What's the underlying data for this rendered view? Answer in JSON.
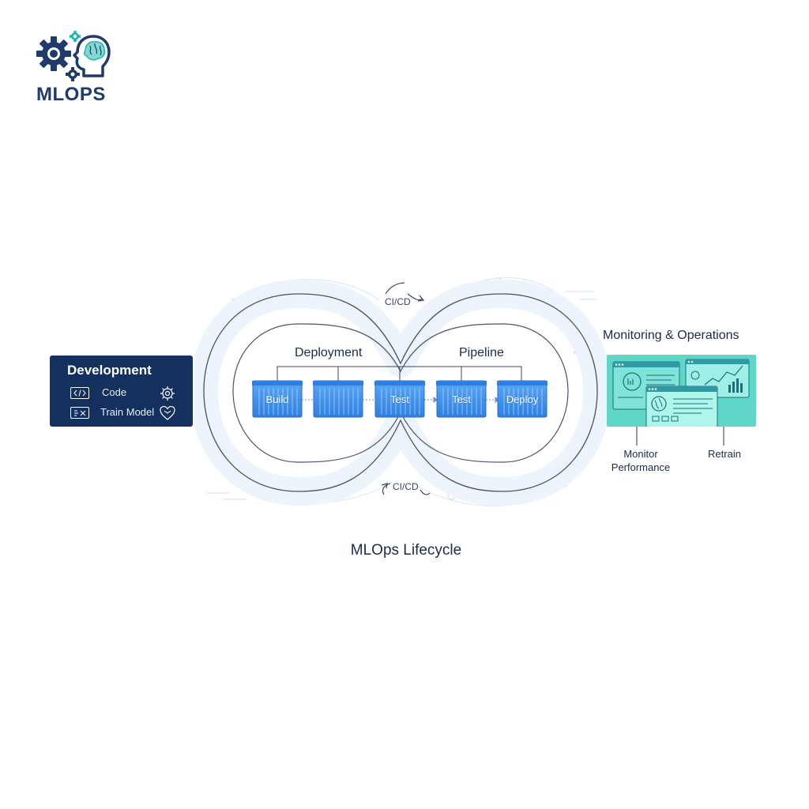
{
  "logo": {
    "text": "MLOPS",
    "icons": [
      "gear-icon",
      "brain-head-icon"
    ],
    "color": "#1f3a6b",
    "accent": "#1fb8b0"
  },
  "development": {
    "title": "Development",
    "items": [
      {
        "label": "Code",
        "icon": "code-window-icon",
        "tail_icon": "gear-icon"
      },
      {
        "label": "Train Model",
        "icon": "model-window-icon",
        "tail_icon": "brain-heart-icon"
      }
    ],
    "color": "#14305f"
  },
  "pipeline": {
    "left_label": "Deployment",
    "right_label": "Pipeline",
    "top_loop_label": "CI/CD",
    "bottom_loop_label": "CI/CD",
    "stages": [
      "Build",
      "",
      "Test",
      "Test",
      "Deploy"
    ],
    "stage_color": "#3b8ee8"
  },
  "monitoring": {
    "title": "Monitoring & Operations",
    "labels": [
      "Monitor Performance",
      "Retrain"
    ],
    "color": "#5fd6c8"
  },
  "caption": "MLOps Lifecycle"
}
